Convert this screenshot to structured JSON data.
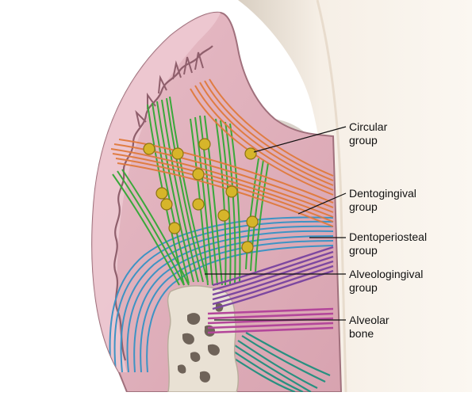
{
  "labels": {
    "circular": {
      "line1": "Circular",
      "line2": "group"
    },
    "dentogingival": {
      "line1": "Dentogingival",
      "line2": "group"
    },
    "dentoperiosteal": {
      "line1": "Dentoperiosteal",
      "line2": "group"
    },
    "alveologingival": {
      "line1": "Alveologingival",
      "line2": "group"
    },
    "alveolar_bone": {
      "line1": "Alveolar",
      "line2": "bone"
    }
  },
  "colors": {
    "gingiva": "#e3b4bf",
    "gingiva_edge": "#9b6f7b",
    "tooth": "#f3ece2",
    "circular_fibers": "#e07a3c",
    "green_fibers": "#3aa83a",
    "dentoperiosteal_fibers": "#3d93c4",
    "purple_fibers": "#7d47a0",
    "magenta_fibers": "#b3469a",
    "teal_fibers": "#1f8f7e",
    "bone": "#e6ddd0",
    "cell": "#d6b52a"
  }
}
